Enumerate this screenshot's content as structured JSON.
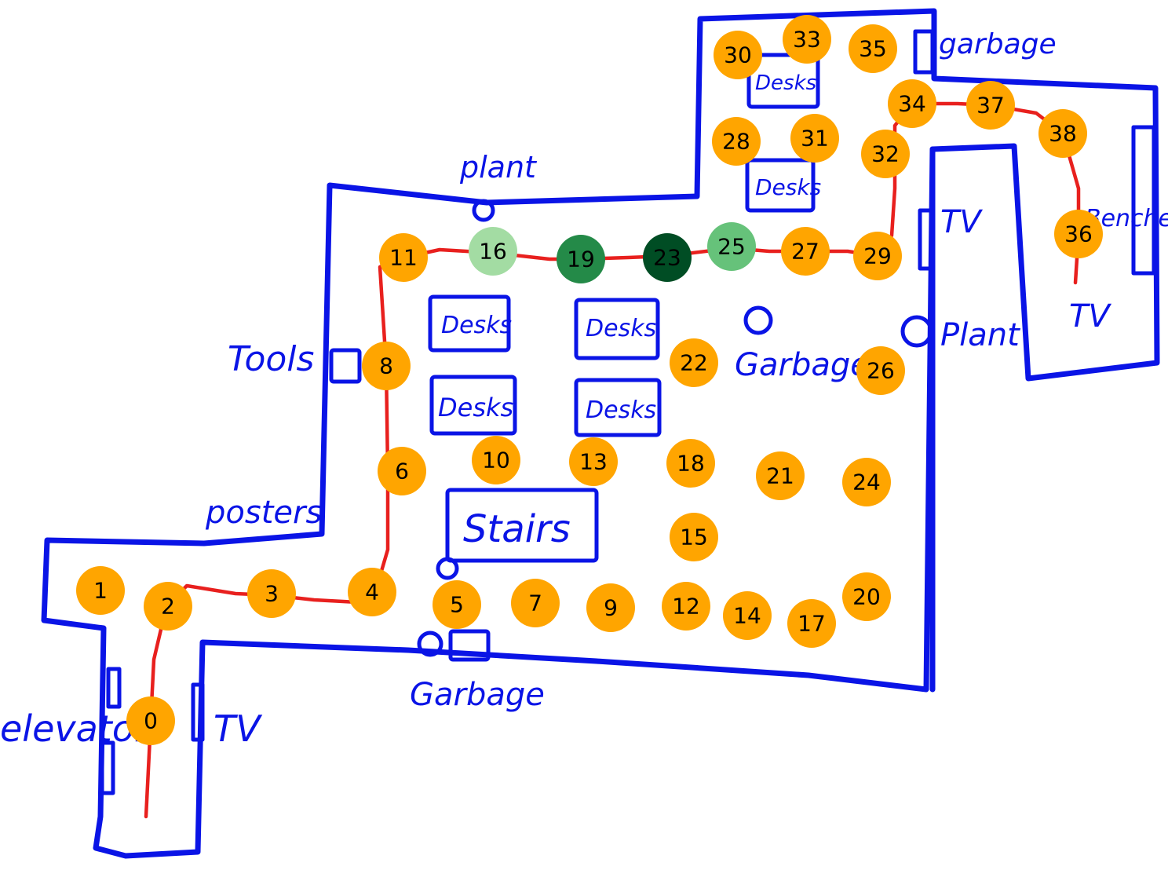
{
  "labels": {
    "elevator": "elevator",
    "tv_left": "TV",
    "garbage_bottom": "Garbage",
    "posters": "posters",
    "tools": "Tools",
    "plant_top": "plant",
    "stairs": "Stairs",
    "garbage_mid": "Garbage",
    "plant_right": "Plant",
    "tv_right": "TV",
    "garbage_top": "garbage",
    "benches": "Benches",
    "tv_far_right": "TV",
    "desks": "Desks"
  },
  "colors": {
    "wall": "#0a14e6",
    "route": "#e8201e",
    "node_default": "#ffa500",
    "node_green_light": "#a3dca3",
    "node_green_mid": "#66c27a",
    "node_green_dark": "#248a48",
    "node_green_darkest": "#004d24"
  },
  "nodes": [
    {
      "id": "0",
      "color": "#ffa500"
    },
    {
      "id": "1",
      "color": "#ffa500"
    },
    {
      "id": "2",
      "color": "#ffa500"
    },
    {
      "id": "3",
      "color": "#ffa500"
    },
    {
      "id": "4",
      "color": "#ffa500"
    },
    {
      "id": "5",
      "color": "#ffa500"
    },
    {
      "id": "6",
      "color": "#ffa500"
    },
    {
      "id": "7",
      "color": "#ffa500"
    },
    {
      "id": "8",
      "color": "#ffa500"
    },
    {
      "id": "9",
      "color": "#ffa500"
    },
    {
      "id": "10",
      "color": "#ffa500"
    },
    {
      "id": "11",
      "color": "#ffa500"
    },
    {
      "id": "12",
      "color": "#ffa500"
    },
    {
      "id": "13",
      "color": "#ffa500"
    },
    {
      "id": "14",
      "color": "#ffa500"
    },
    {
      "id": "15",
      "color": "#ffa500"
    },
    {
      "id": "16",
      "color": "#a3dca3"
    },
    {
      "id": "17",
      "color": "#ffa500"
    },
    {
      "id": "18",
      "color": "#ffa500"
    },
    {
      "id": "19",
      "color": "#248a48"
    },
    {
      "id": "20",
      "color": "#ffa500"
    },
    {
      "id": "21",
      "color": "#ffa500"
    },
    {
      "id": "22",
      "color": "#ffa500"
    },
    {
      "id": "23",
      "color": "#004d24"
    },
    {
      "id": "24",
      "color": "#ffa500"
    },
    {
      "id": "25",
      "color": "#66c27a"
    },
    {
      "id": "26",
      "color": "#ffa500"
    },
    {
      "id": "27",
      "color": "#ffa500"
    },
    {
      "id": "28",
      "color": "#ffa500"
    },
    {
      "id": "29",
      "color": "#ffa500"
    },
    {
      "id": "30",
      "color": "#ffa500"
    },
    {
      "id": "31",
      "color": "#ffa500"
    },
    {
      "id": "32",
      "color": "#ffa500"
    },
    {
      "id": "33",
      "color": "#ffa500"
    },
    {
      "id": "34",
      "color": "#ffa500"
    },
    {
      "id": "35",
      "color": "#ffa500"
    },
    {
      "id": "36",
      "color": "#ffa500"
    },
    {
      "id": "37",
      "color": "#ffa500"
    },
    {
      "id": "38",
      "color": "#ffa500"
    }
  ]
}
